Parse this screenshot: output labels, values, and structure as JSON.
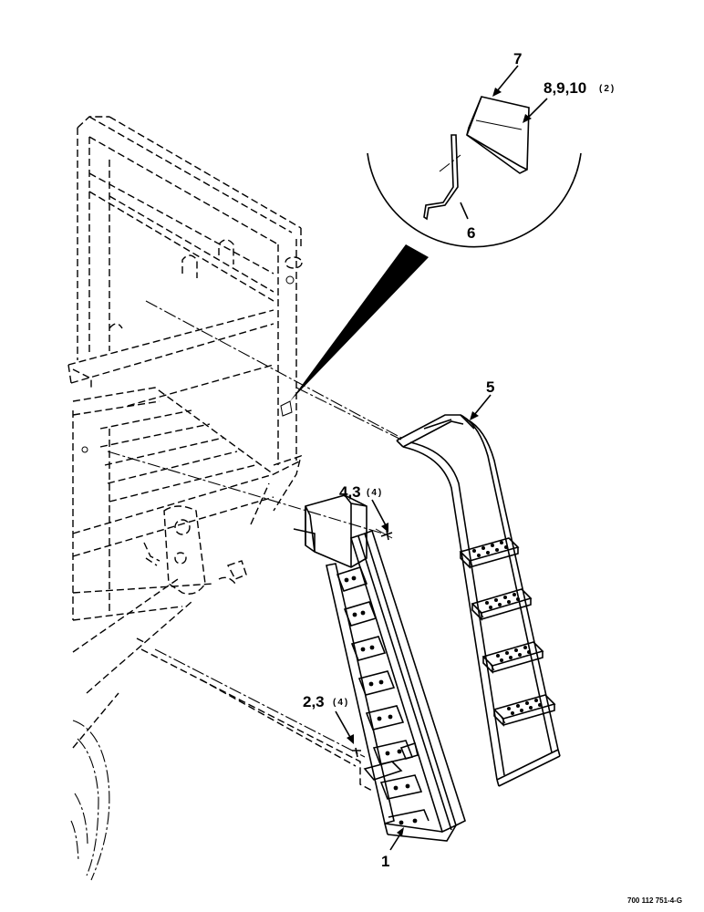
{
  "callouts": {
    "c1": "1",
    "c23": "2,3",
    "c23_qty": "(4)",
    "c43": "4,3",
    "c43_qty": "(4)",
    "c5": "5",
    "c6": "6",
    "c7": "7",
    "c8910": "8,9,10",
    "c8910_qty": "(2)"
  },
  "drawing_number": "700 112 751-4-G"
}
